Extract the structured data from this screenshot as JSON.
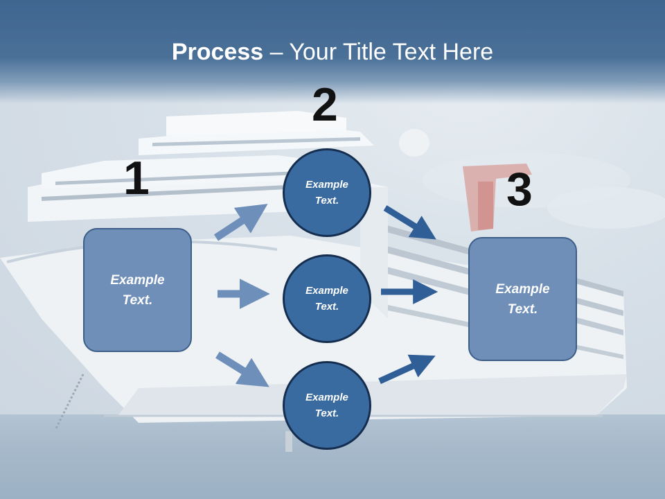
{
  "title": {
    "bold": "Process",
    "rest": " – Your Title Text Here"
  },
  "steps": {
    "one": "1",
    "two": "2",
    "three": "3"
  },
  "boxes": {
    "left": {
      "line1": "Example",
      "line2": "Text."
    },
    "right": {
      "line1": "Example",
      "line2": "Text."
    }
  },
  "circles": [
    {
      "line1": "Example",
      "line2": "Text."
    },
    {
      "line1": "Example",
      "line2": "Text."
    },
    {
      "line1": "Example",
      "line2": "Text."
    }
  ],
  "colors": {
    "title_bar": "#416892",
    "box_fill": "#6f8fb8",
    "circle_fill": "#3a6ba0",
    "arrow_light": "#6e8fb9",
    "arrow_dark": "#2f5f96"
  }
}
